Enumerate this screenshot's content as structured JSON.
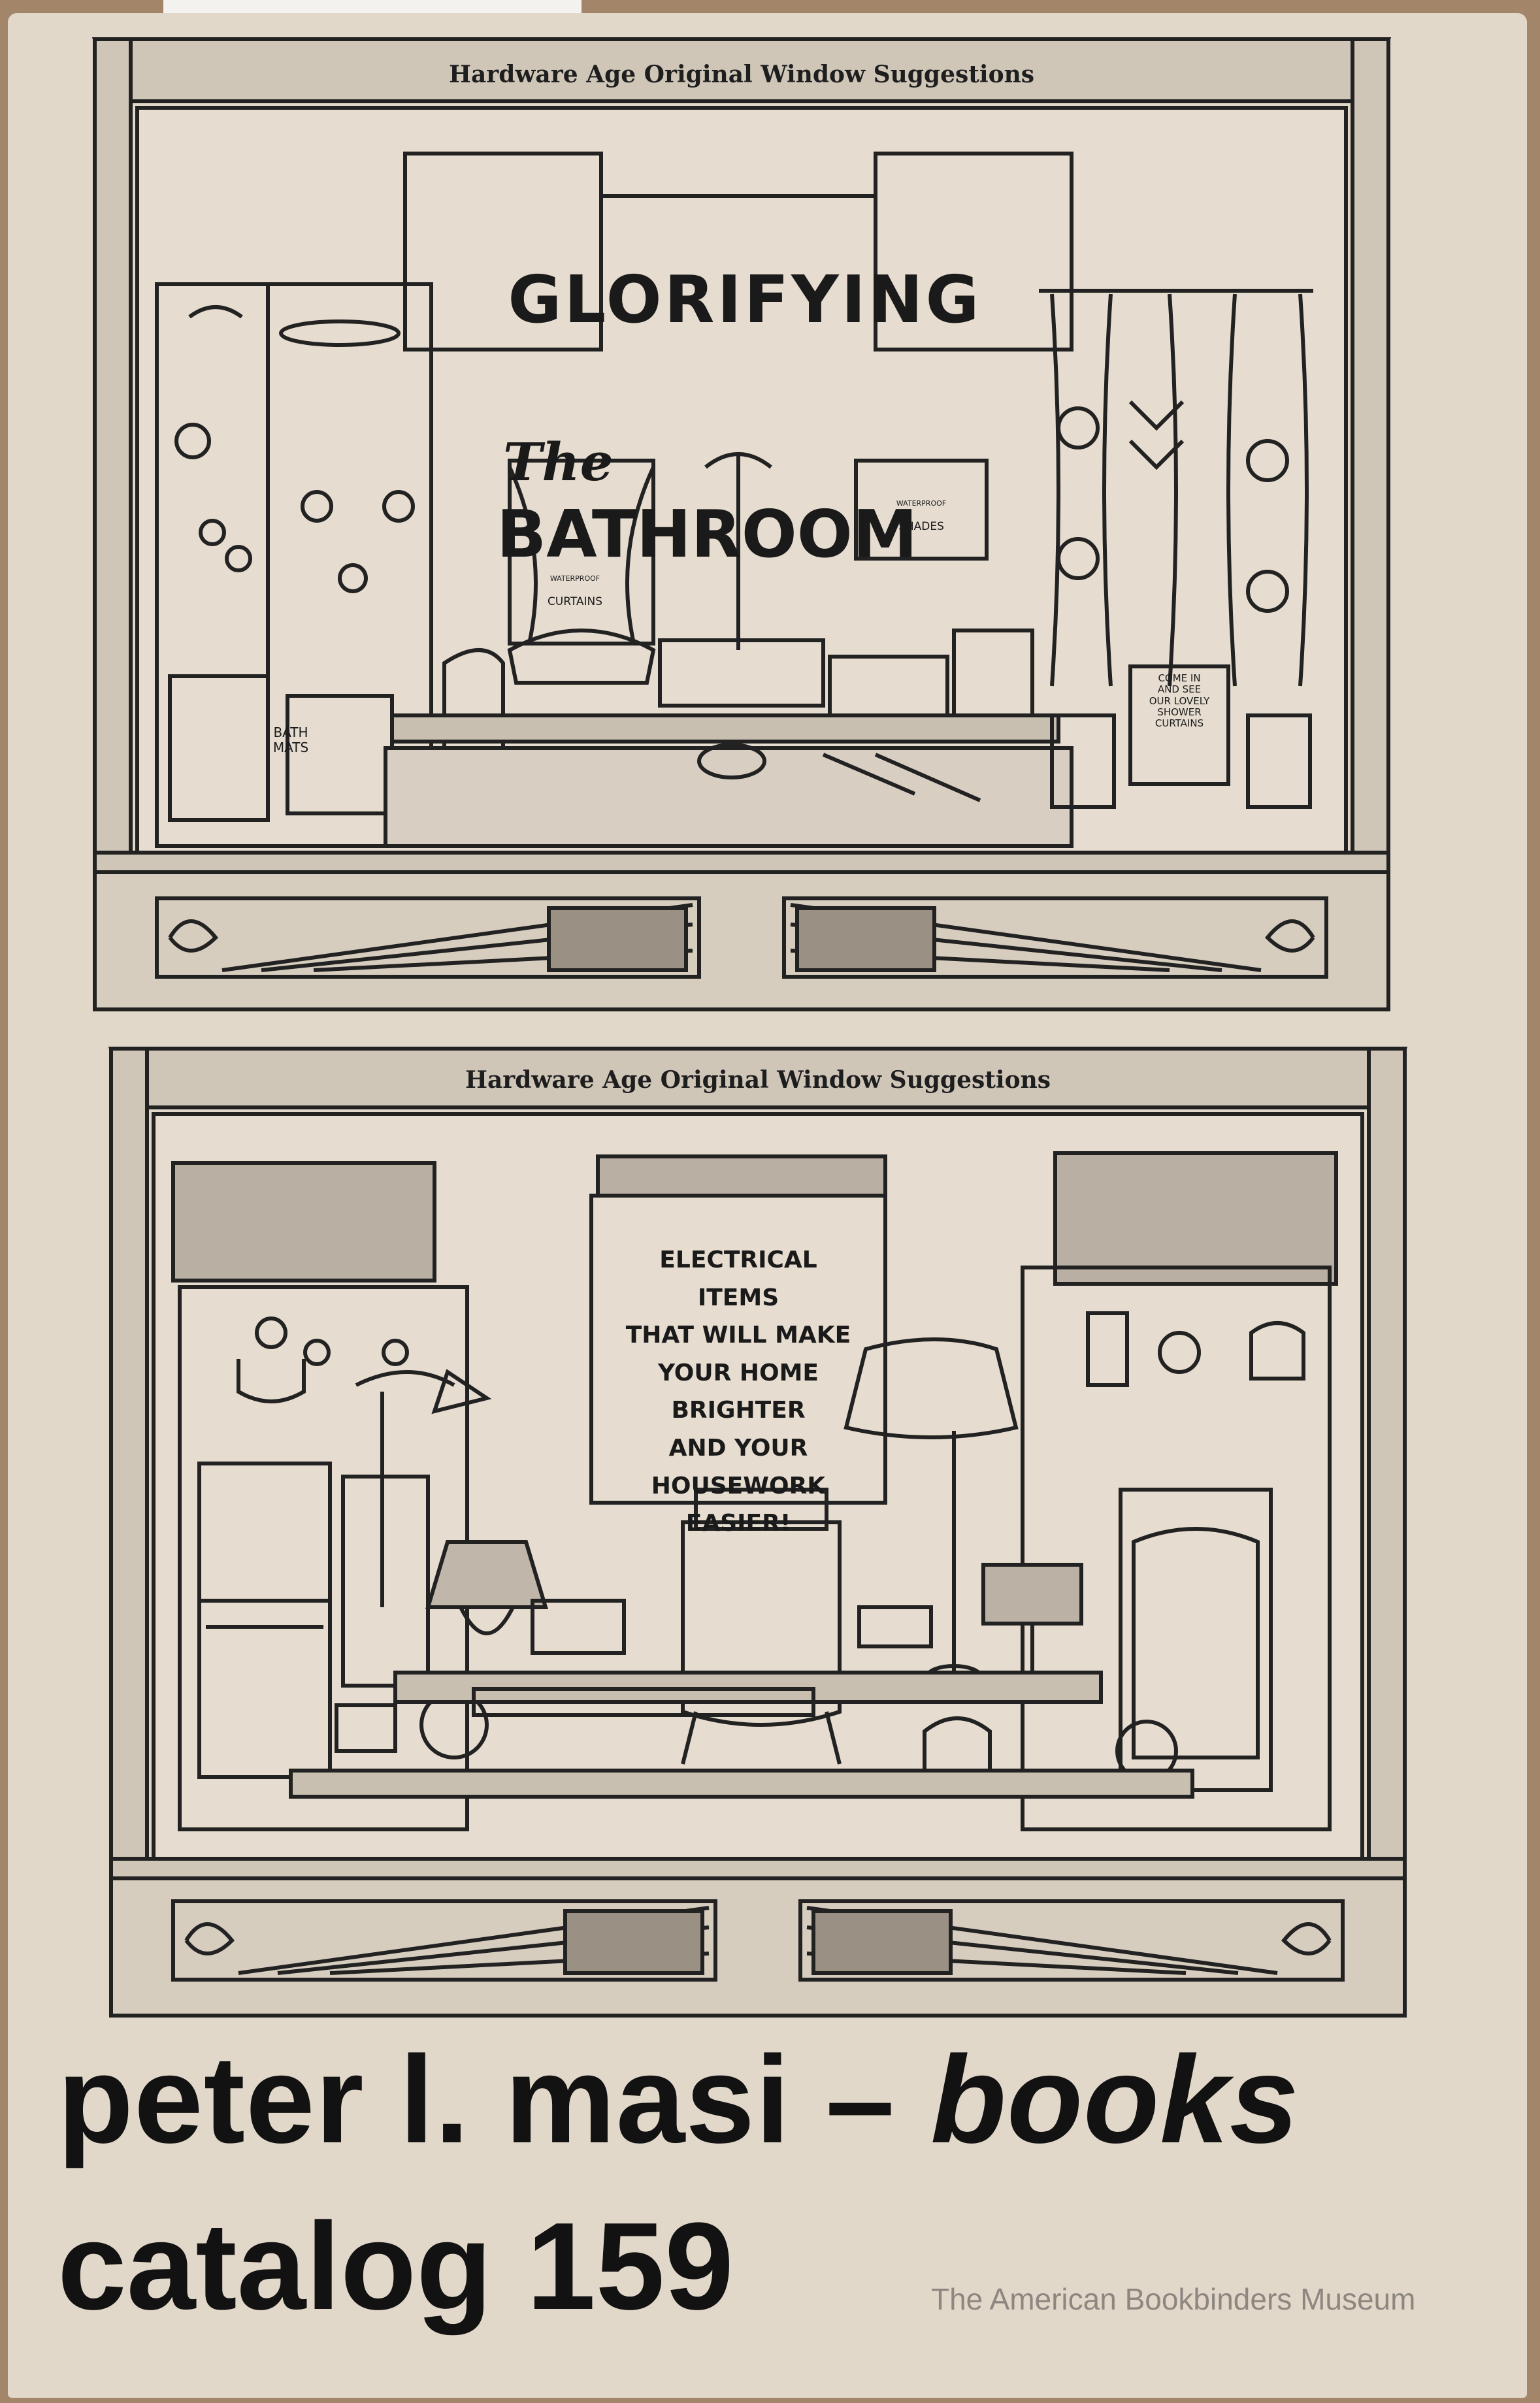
{
  "window_top": {
    "title": "Hardware Age Original Window Suggestions",
    "headline_line1": "GLORIFYING",
    "headline_the": "The",
    "headline_line2": "BATHROOM",
    "tags": {
      "curtains_small": "WATERPROOF",
      "curtains": "CURTAINS",
      "shades_small": "WATERPROOF",
      "shades": "SHADES",
      "bath_mats": "BATH\nMATS",
      "come_in": "COME IN\nAND SEE\nOUR LOVELY\nSHOWER\nCURTAINS"
    }
  },
  "window_bottom": {
    "title": "Hardware Age Original Window Suggestions",
    "headline": "ELECTRICAL\nITEMS\nTHAT WILL MAKE\nYOUR HOME BRIGHTER\nAND YOUR HOUSEWORK\nEASIER!"
  },
  "publisher": {
    "name": "peter l. masi – ",
    "name_italic": "books",
    "catalog": "catalog 159"
  },
  "watermark": "The American Bookbinders Museum"
}
